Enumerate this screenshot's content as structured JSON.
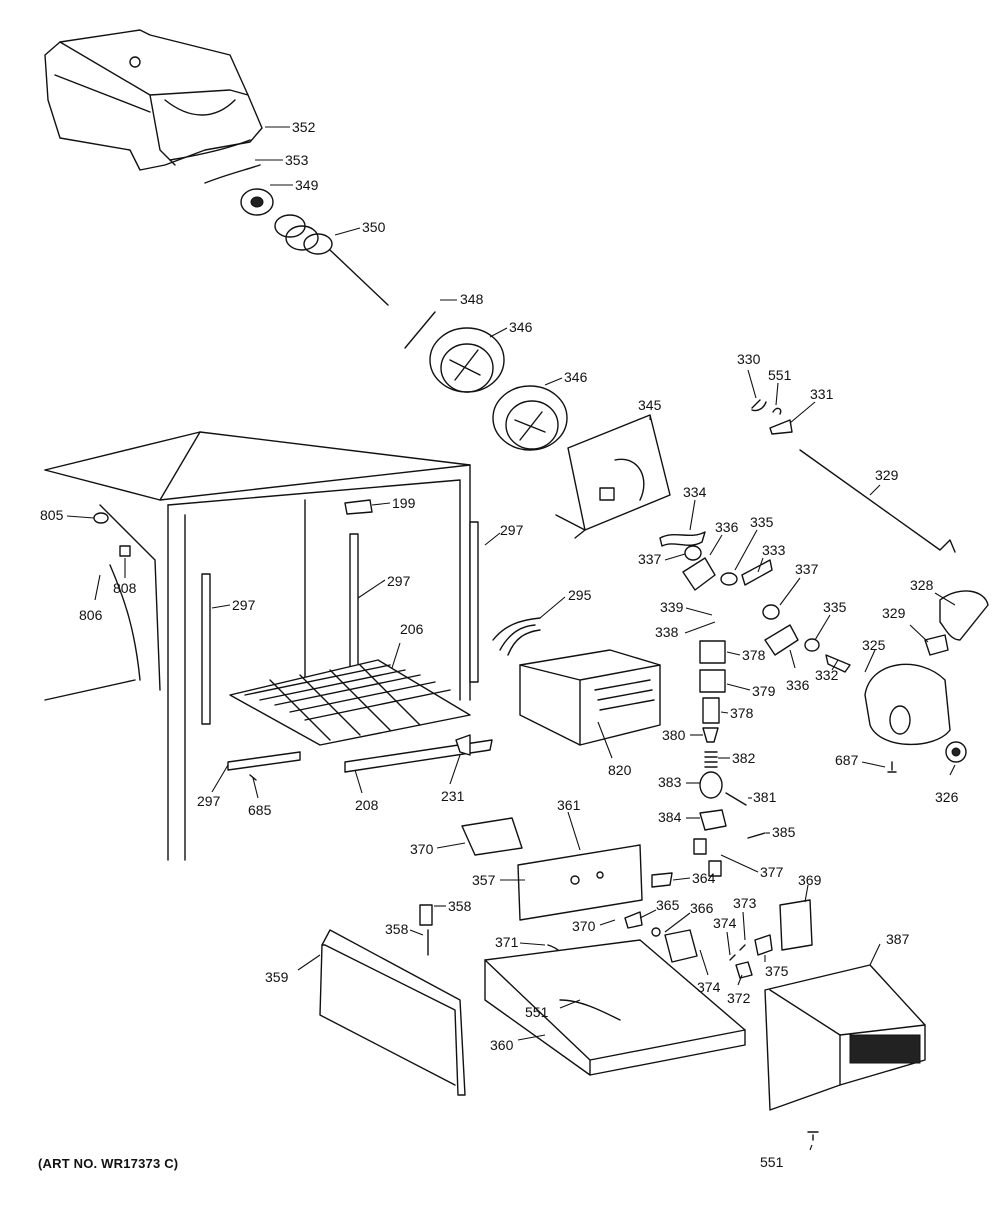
{
  "diagram": {
    "footer_note": "(ART NO. WR17373 C)",
    "callouts": [
      {
        "id": "c352",
        "label": "352"
      },
      {
        "id": "c353",
        "label": "353"
      },
      {
        "id": "c349",
        "label": "349"
      },
      {
        "id": "c350",
        "label": "350"
      },
      {
        "id": "c348",
        "label": "348"
      },
      {
        "id": "c346a",
        "label": "346"
      },
      {
        "id": "c346b",
        "label": "346"
      },
      {
        "id": "c345",
        "label": "345"
      },
      {
        "id": "c330",
        "label": "330"
      },
      {
        "id": "c551a",
        "label": "551"
      },
      {
        "id": "c331",
        "label": "331"
      },
      {
        "id": "c329a",
        "label": "329"
      },
      {
        "id": "c334",
        "label": "334"
      },
      {
        "id": "c336a",
        "label": "336"
      },
      {
        "id": "c335a",
        "label": "335"
      },
      {
        "id": "c337a",
        "label": "337"
      },
      {
        "id": "c333",
        "label": "333"
      },
      {
        "id": "c337b",
        "label": "337"
      },
      {
        "id": "c328",
        "label": "328"
      },
      {
        "id": "c329b",
        "label": "329"
      },
      {
        "id": "c339",
        "label": "339"
      },
      {
        "id": "c338",
        "label": "338"
      },
      {
        "id": "c335b",
        "label": "335"
      },
      {
        "id": "c325",
        "label": "325"
      },
      {
        "id": "c378a",
        "label": "378"
      },
      {
        "id": "c379",
        "label": "379"
      },
      {
        "id": "c336b",
        "label": "336"
      },
      {
        "id": "c332",
        "label": "332"
      },
      {
        "id": "c378b",
        "label": "378"
      },
      {
        "id": "c380",
        "label": "380"
      },
      {
        "id": "c382",
        "label": "382"
      },
      {
        "id": "c687",
        "label": "687"
      },
      {
        "id": "c326",
        "label": "326"
      },
      {
        "id": "c383",
        "label": "383"
      },
      {
        "id": "c381",
        "label": "381"
      },
      {
        "id": "c384",
        "label": "384"
      },
      {
        "id": "c385",
        "label": "385"
      },
      {
        "id": "c377",
        "label": "377"
      },
      {
        "id": "c805",
        "label": "805"
      },
      {
        "id": "c199",
        "label": "199"
      },
      {
        "id": "c297a",
        "label": "297"
      },
      {
        "id": "c808",
        "label": "808"
      },
      {
        "id": "c806",
        "label": "806"
      },
      {
        "id": "c297b",
        "label": "297"
      },
      {
        "id": "c297c",
        "label": "297"
      },
      {
        "id": "c295",
        "label": "295"
      },
      {
        "id": "c206",
        "label": "206"
      },
      {
        "id": "c820",
        "label": "820"
      },
      {
        "id": "c297d",
        "label": "297"
      },
      {
        "id": "c685",
        "label": "685"
      },
      {
        "id": "c208",
        "label": "208"
      },
      {
        "id": "c231",
        "label": "231"
      },
      {
        "id": "c361",
        "label": "361"
      },
      {
        "id": "c370a",
        "label": "370"
      },
      {
        "id": "c357",
        "label": "357"
      },
      {
        "id": "c364",
        "label": "364"
      },
      {
        "id": "c369",
        "label": "369"
      },
      {
        "id": "c358a",
        "label": "358"
      },
      {
        "id": "c358b",
        "label": "358"
      },
      {
        "id": "c365",
        "label": "365"
      },
      {
        "id": "c366",
        "label": "366"
      },
      {
        "id": "c373",
        "label": "373"
      },
      {
        "id": "c370b",
        "label": "370"
      },
      {
        "id": "c374a",
        "label": "374"
      },
      {
        "id": "c387",
        "label": "387"
      },
      {
        "id": "c371",
        "label": "371"
      },
      {
        "id": "c375",
        "label": "375"
      },
      {
        "id": "c359",
        "label": "359"
      },
      {
        "id": "c374b",
        "label": "374"
      },
      {
        "id": "c372",
        "label": "372"
      },
      {
        "id": "c551b",
        "label": "551"
      },
      {
        "id": "c360",
        "label": "360"
      },
      {
        "id": "c551c",
        "label": "551"
      }
    ]
  }
}
